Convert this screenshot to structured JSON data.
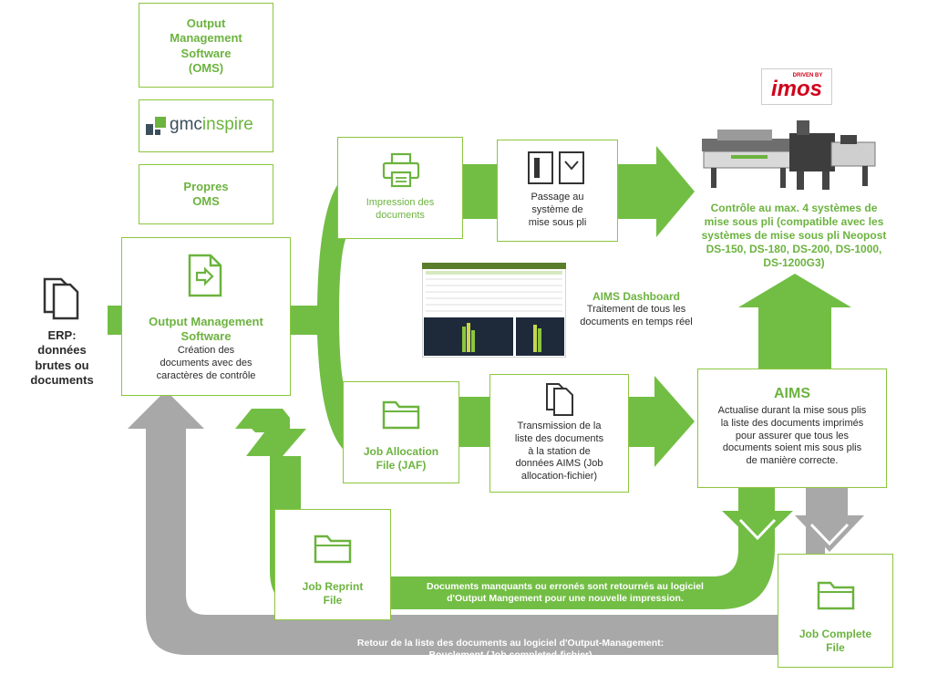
{
  "colors": {
    "green": "#72be44",
    "gray": "#a8a8a8",
    "text_green": "#6cb33f",
    "imos_red": "#d0021b"
  },
  "oms_box": {
    "line1": "Output",
    "line2": "Management",
    "line3": "Software",
    "line4": "(OMS)"
  },
  "gmc_logo": {
    "part1": "gmc",
    "part2": "inspire"
  },
  "own_oms": {
    "line1": "Propres",
    "line2": "OMS"
  },
  "erp": {
    "icon": "documents-icon",
    "line1": "ERP:",
    "line2": "données",
    "line3": "brutes ou",
    "line4": "documents"
  },
  "oms_main": {
    "icon": "export-document-icon",
    "title1": "Output Management",
    "title2": "Software",
    "desc1": "Création des",
    "desc2": "documents avec des",
    "desc3": "caractères de contrôle"
  },
  "print": {
    "icon": "printer-icon",
    "line1": "Impression des",
    "line2": "documents"
  },
  "passage": {
    "icon": "inserter-icon",
    "line1": "Passage au",
    "line2": "système de",
    "line3": "mise sous pli"
  },
  "imos": {
    "small": "DRIVEN BY",
    "brand": "imos"
  },
  "controle": {
    "line1": "Contrôle au max. 4 systèmes de",
    "line2": "mise sous pli (compatible avec les",
    "line3": "systèmes de mise sous pli Neopost",
    "line4": "DS-150, DS-180, DS-200, DS-1000,",
    "line5": "DS-1200G3)"
  },
  "dashboard": {
    "title": "AIMS Dashboard",
    "line1": "Traitement de tous les",
    "line2": "documents en temps réel"
  },
  "jaf": {
    "icon": "folder-icon",
    "line1": "Job Allocation",
    "line2": "File (JAF)"
  },
  "transmission": {
    "icon": "documents-icon",
    "line1": "Transmission de la",
    "line2": "liste des documents",
    "line3": "à la station de",
    "line4": "données AIMS (Job",
    "line5": "allocation-fichier)"
  },
  "aims": {
    "title": "AIMS",
    "line1": "Actualise durant la mise sous plis",
    "line2": "la liste des documents imprimés",
    "line3": "pour assurer que tous les",
    "line4": "documents soient mis sous plis",
    "line5": "de manière correcte."
  },
  "reprint": {
    "icon": "folder-icon",
    "line1": "Job Reprint",
    "line2": "File"
  },
  "manquants": {
    "line1": "Documents manquants ou erronés sont retournés au logiciel",
    "line2": "d'Output Mangement pour une nouvelle impression."
  },
  "retour": {
    "line1": "Retour de la liste des documents au logiciel d'Output-Management:",
    "line2": "Bouclement (Job completed-fichier)"
  },
  "complete": {
    "icon": "folder-icon",
    "line1": "Job Complete",
    "line2": "File"
  }
}
